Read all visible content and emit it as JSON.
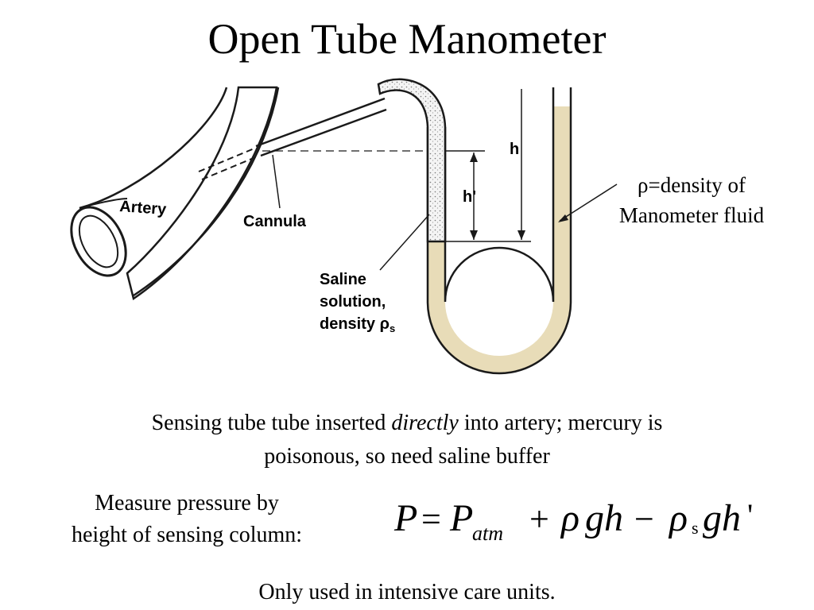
{
  "slide": {
    "title": "Open Tube Manometer"
  },
  "diagram": {
    "labels": {
      "artery": "Artery",
      "cannula": "Cannula",
      "saline_line1": "Saline",
      "saline_line2": "solution,",
      "saline_line3": "density ρ",
      "saline_subscript": "s",
      "h": "h",
      "h_prime": "h'"
    },
    "colors": {
      "manometer_fluid": "#e8dcb8",
      "outline": "#1a1a1a"
    }
  },
  "annotation": {
    "line1": "ρ=density of",
    "line2": "Manometer fluid"
  },
  "text": {
    "sensing_before": "Sensing tube tube inserted ",
    "sensing_emph": "directly",
    "sensing_after": " into artery; mercury is",
    "sensing_line2": "poisonous, so need saline buffer",
    "measure_line1": "Measure pressure by",
    "measure_line2": "height of sensing column:",
    "footer": "Only used in intensive care units."
  },
  "equation": {
    "P": "P",
    "equals": "=",
    "Patm": "P",
    "atm_sub": "atm",
    "plus": "+",
    "rho1": "ρ",
    "gh1": "gh",
    "minus": "−",
    "rho2": "ρ",
    "s_sub": "s",
    "gh2": "gh",
    "prime": "'"
  }
}
